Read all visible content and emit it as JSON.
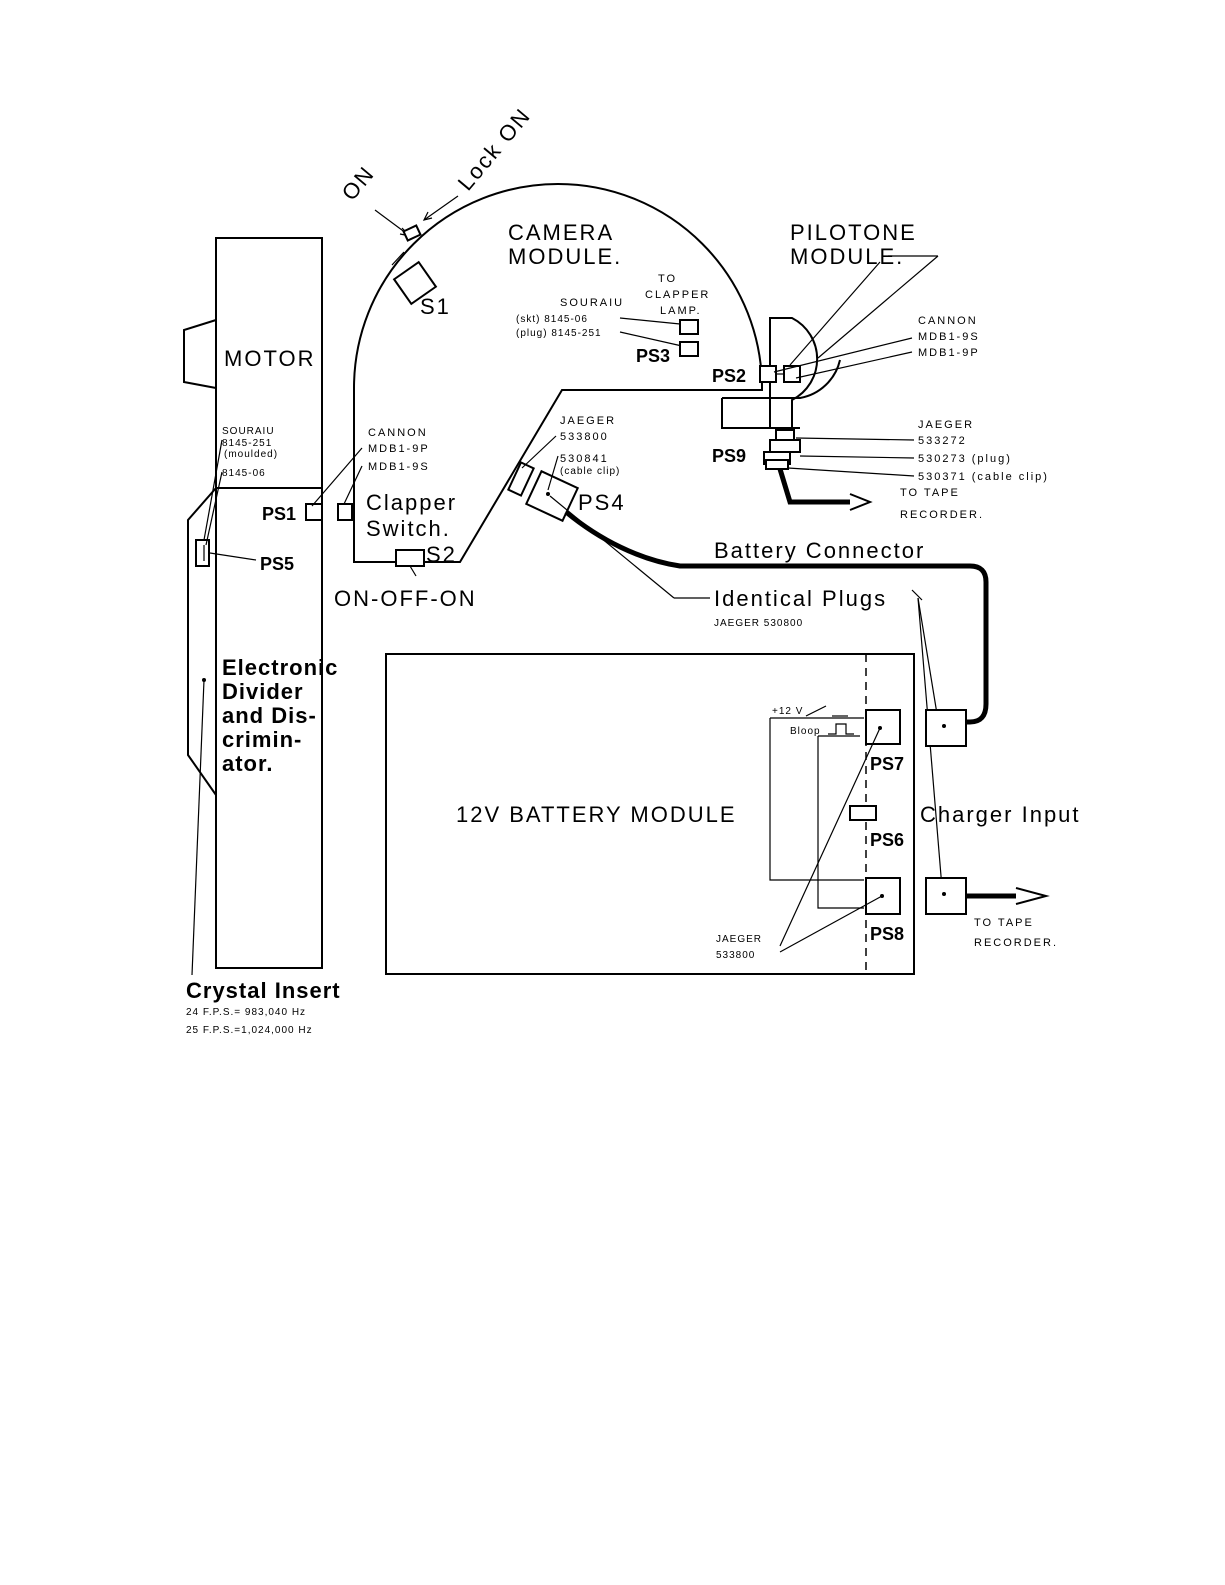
{
  "labels": {
    "on": "ON",
    "lock_on": "Lock ON",
    "camera_module": [
      "CAMERA",
      "MODULE."
    ],
    "pilotone_module": [
      "PILOTONE",
      "MODULE."
    ],
    "motor": "MOTOR",
    "s1": "S1",
    "s2": "S2",
    "to_clapper_lamp": [
      "TO",
      "CLAPPER",
      "LAMP."
    ],
    "souraiu_ps3": [
      "SOURAIU",
      "(skt) 8145-06",
      "(plug) 8145-251"
    ],
    "ps1": "PS1",
    "ps2": "PS2",
    "ps3": "PS3",
    "ps4": "PS4",
    "ps5": "PS5",
    "ps6": "PS6",
    "ps7": "PS7",
    "ps8": "PS8",
    "ps9": "PS9",
    "cannon_ps2": [
      "CANNON",
      "MDB1-9S",
      "MDB1-9P"
    ],
    "jaeger_ps9": [
      "JAEGER",
      "533272",
      "530273 (plug)",
      "530371 (cable clip)"
    ],
    "to_tape_recorder_1": [
      "TO TAPE",
      "RECORDER."
    ],
    "to_tape_recorder_2": [
      "TO TAPE",
      "RECORDER."
    ],
    "souraiu_ps5": [
      "SOURAIU",
      "8145-251",
      "(moulded)",
      "8145-06"
    ],
    "cannon_ps1": [
      "CANNON",
      "MDB1-9P",
      "MDB1-9S"
    ],
    "clapper_switch": [
      "Clapper",
      "Switch."
    ],
    "jaeger_ps4": [
      "JAEGER",
      "533800",
      "530841",
      "(cable clip)"
    ],
    "on_off_on": "ON-OFF-ON",
    "battery_connector": "Battery Connector",
    "identical_plugs": "Identical Plugs",
    "jaeger_530800": "JAEGER 530800",
    "electronic_divider": [
      "Electronic",
      "Divider",
      "and Dis-",
      "crimin-",
      "ator."
    ],
    "plus_12v": "+12 V",
    "bloop": "Bloop",
    "battery_module": "12V BATTERY MODULE",
    "charger_input": "Charger Input",
    "jaeger_533800": [
      "JAEGER",
      "533800"
    ],
    "crystal_insert": "Crystal Insert",
    "fps24": "24 F.P.S.= 983,040 Hz",
    "fps25": "25 F.P.S.=1,024,000 Hz"
  }
}
